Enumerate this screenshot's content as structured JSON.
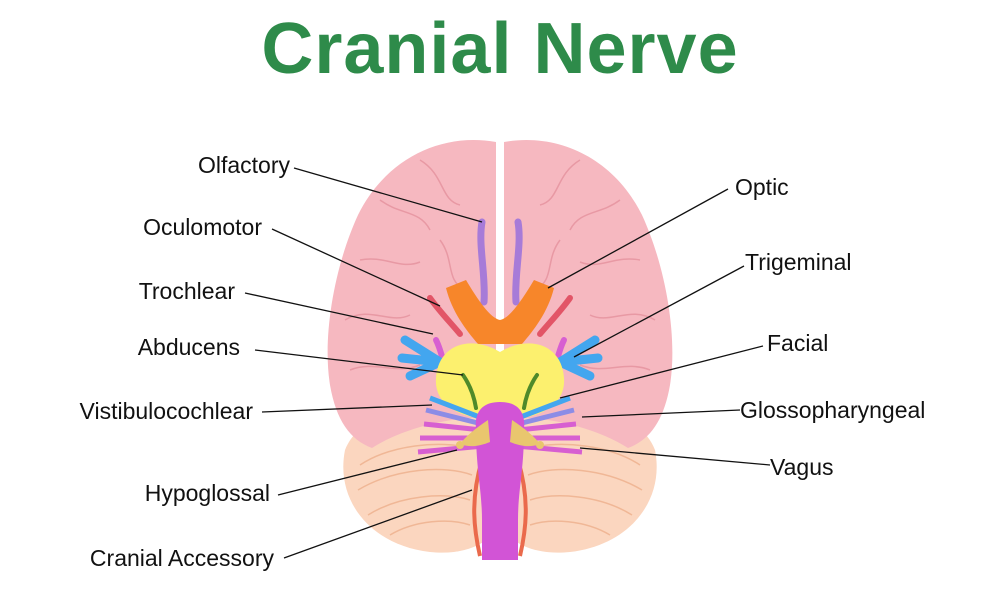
{
  "title": "Cranial Nerve",
  "colors": {
    "title": "#2e8b4a",
    "cerebrum": "#f6b8c0",
    "cerebrum_fold": "#e899a4",
    "cerebellum": "#fbd6bf",
    "cerebellum_line": "#f0b796",
    "olfactory": "#a77bd8",
    "optic": "#f7862a",
    "oculomotor": "#e25567",
    "trochlear": "#d75fd1",
    "trigeminal": "#43a6ef",
    "pons": "#fcf06e",
    "abducens": "#4f8a2a",
    "vestibulocochlear": "#8c8ce6",
    "brainstem": "#d254d6",
    "nerve_root": "#e9c66e",
    "hypoglossal": "#ea6a4c"
  },
  "labels": {
    "olfactory": "Olfactory",
    "oculomotor": "Oculomotor",
    "trochlear": "Trochlear",
    "abducens": "Abducens",
    "vestibulocochlear": "Vistibulocochlear",
    "hypoglossal": "Hypoglossal",
    "cranial_accessory": "Cranial Accessory",
    "optic": "Optic",
    "trigeminal": "Trigeminal",
    "facial": "Facial",
    "glossopharyngeal": "Glossopharyngeal",
    "vagus": "Vagus"
  }
}
